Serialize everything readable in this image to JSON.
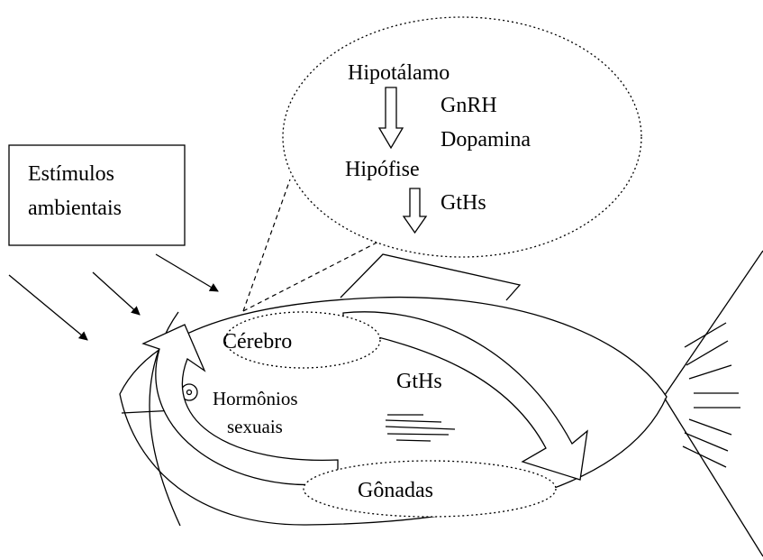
{
  "box": {
    "line1": "Estímulos",
    "line2": "ambientais"
  },
  "bubble": {
    "hypothalamus": "Hipotálamo",
    "gnrh": "GnRH",
    "dopamine": "Dopamina",
    "pituitary": "Hipófise",
    "gths": "GtHs"
  },
  "fish": {
    "brain": "Cérebro",
    "gonads": "Gônadas",
    "gths": "GtHs",
    "hormones_line1": "Hormônios",
    "hormones_line2": "sexuais"
  }
}
